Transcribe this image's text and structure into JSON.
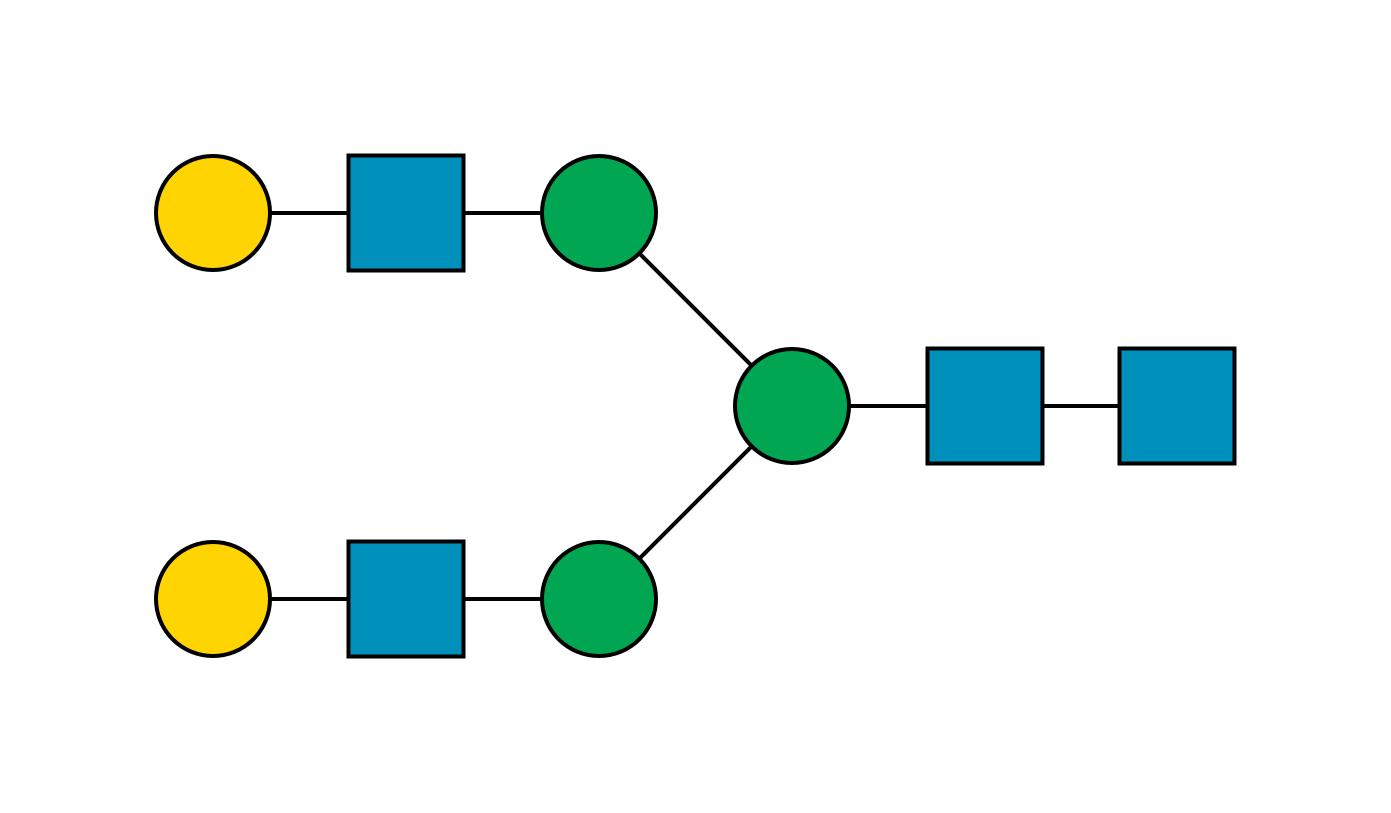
{
  "diagram": {
    "notation": "symbol-nomenclature-for-glycans",
    "colors": {
      "background": "#ffffff",
      "outline": "#000000",
      "galactose": "#FFD400",
      "glcnac": "#0090BC",
      "mannose": "#00A651"
    },
    "residues": [
      {
        "id": "gal-a",
        "shape": "circle",
        "type": "galactose"
      },
      {
        "id": "glcnac-a",
        "shape": "square",
        "type": "glcnac"
      },
      {
        "id": "man-a",
        "shape": "circle",
        "type": "mannose"
      },
      {
        "id": "gal-b",
        "shape": "circle",
        "type": "galactose"
      },
      {
        "id": "glcnac-b",
        "shape": "square",
        "type": "glcnac"
      },
      {
        "id": "man-b",
        "shape": "circle",
        "type": "mannose"
      },
      {
        "id": "man-core",
        "shape": "circle",
        "type": "mannose"
      },
      {
        "id": "glcnac-core-1",
        "shape": "square",
        "type": "glcnac"
      },
      {
        "id": "glcnac-core-2",
        "shape": "square",
        "type": "glcnac"
      }
    ],
    "links": [
      {
        "from": "gal-a",
        "to": "glcnac-a"
      },
      {
        "from": "glcnac-a",
        "to": "man-a"
      },
      {
        "from": "man-a",
        "to": "man-core"
      },
      {
        "from": "gal-b",
        "to": "glcnac-b"
      },
      {
        "from": "glcnac-b",
        "to": "man-b"
      },
      {
        "from": "man-b",
        "to": "man-core"
      },
      {
        "from": "man-core",
        "to": "glcnac-core-1"
      },
      {
        "from": "glcnac-core-1",
        "to": "glcnac-core-2"
      }
    ]
  }
}
